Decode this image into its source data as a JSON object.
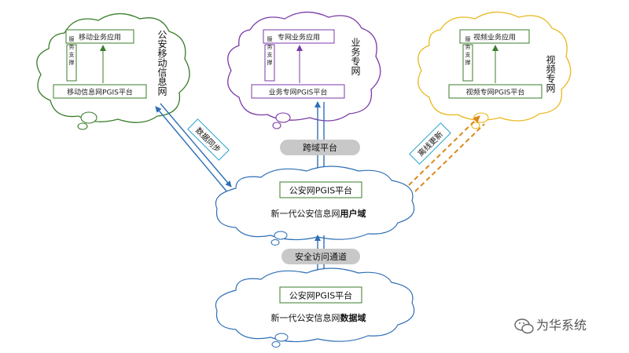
{
  "colors": {
    "green": "#3a7d2a",
    "purple": "#7b3aa8",
    "yellow": "#e8b820",
    "blue": "#2e6fb5",
    "cyan": "#22a0c8",
    "orange": "#d98a1c",
    "gray": "#c8c8c8"
  },
  "mobile_net": {
    "app_label": "移动业务应用",
    "support_label": "服务支撑",
    "platform_label": "移动信息网PGIS平台",
    "cloud_title": "公安移动信息网"
  },
  "special_net": {
    "app_label": "专网业务应用",
    "support_label": "服务支撑",
    "platform_label": "业务专网PGIS平台",
    "cloud_title": "业务专网"
  },
  "video_net": {
    "app_label": "视频业务应用",
    "support_label": "服务支撑",
    "platform_label": "视频专网PGIS平台",
    "cloud_title": "视频专网"
  },
  "cross_domain_label": "跨域平台",
  "data_sync_label": "数据同步",
  "offline_update_label": "离线更新",
  "user_domain": {
    "platform_label": "公安网PGIS平台",
    "caption_prefix": "新一代公安信息网",
    "caption_bold": "用户域"
  },
  "secure_channel_label": "安全访问通道",
  "data_domain": {
    "platform_label": "公安网PGIS平台",
    "caption_prefix": "新一代公安信息网",
    "caption_bold": "数据域"
  },
  "watermark": {
    "icon": "wechat-icon",
    "text": "为华系统"
  }
}
